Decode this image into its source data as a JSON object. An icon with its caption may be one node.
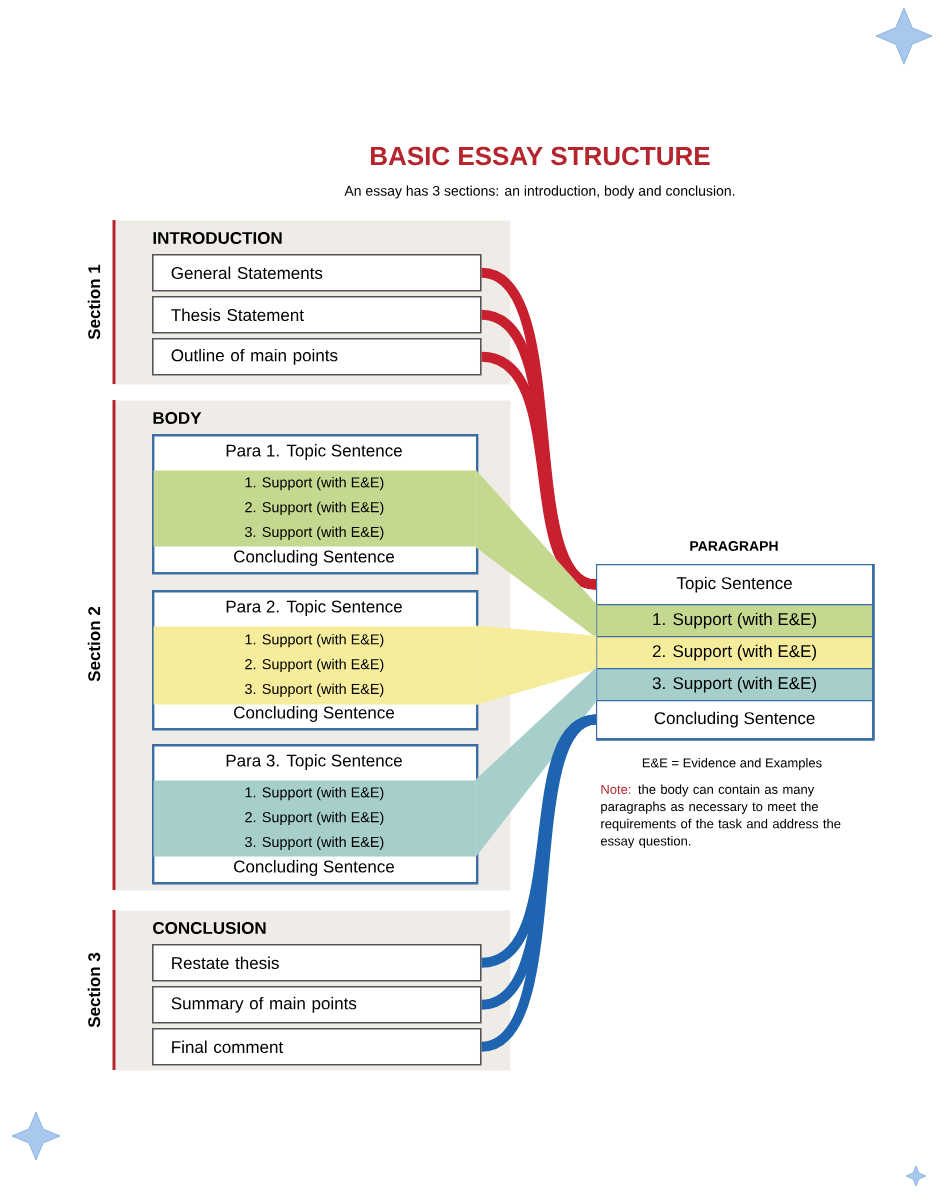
{
  "diagram": {
    "title": "BASIC ESSAY STRUCTURE",
    "nodes": [
      {
        "text": [
          "INTRODUCTION"
        ],
        "beside": [
          "Section 1"
        ]
      },
      {
        "text": [
          "General Statements"
        ],
        "in": 0
      },
      {
        "text": [
          "Thesis Statement"
        ],
        "in": 0
      },
      {
        "text": [
          "Outline of main points"
        ],
        "in": 0
      },
      {
        "text": [
          "BODY"
        ],
        "beside": [
          "Section 2"
        ]
      },
      {
        "text": [
          "Para 1. Topic Sentence",
          "Concluding Sentence"
        ],
        "in": 4
      },
      {
        "text": [
          "1. Support (with E&E)",
          "2. Support (with E&E)",
          "3. Support (with E&E)"
        ],
        "in": 5
      },
      {
        "text": [
          "Para 2. Topic Sentence",
          "Concluding Sentence"
        ],
        "in": 4
      },
      {
        "text": [
          "1. Support (with E&E)",
          "2. Support (with E&E)",
          "3. Support (with E&E)"
        ],
        "in": 7
      },
      {
        "text": [
          "Para 3. Topic Sentence",
          "Concluding Sentence"
        ],
        "in": 4
      },
      {
        "text": [
          "1. Support (with E&E)",
          "2. Support (with E&E)",
          "3. Support (with E&E)"
        ],
        "in": 9
      },
      {
        "text": [
          "CONCLUSION"
        ],
        "beside": [
          "Section 3"
        ]
      },
      {
        "text": [
          "Restate thesis"
        ],
        "in": 11
      },
      {
        "text": [
          "Summary of main points"
        ],
        "in": 11
      },
      {
        "text": [
          "Final comment"
        ],
        "in": 11
      },
      {
        "text": [
          "PARAGRAPH"
        ]
      },
      {
        "text": [
          "Topic Sentence"
        ],
        "in": 15
      },
      {
        "text": [
          "1. Support (with E&E)"
        ],
        "in": 15
      },
      {
        "text": [
          "2. Support (with E&E)"
        ],
        "in": 15
      },
      {
        "text": [
          "3. Support (with E&E)"
        ],
        "in": 15
      },
      {
        "text": [
          "Concluding Sentence"
        ],
        "in": 15
      }
    ],
    "edges": [
      {
        "from": 1,
        "to": 16,
        "arrow": "none",
        "color": "#c8202e"
      },
      {
        "from": 2,
        "to": 16,
        "arrow": "none",
        "color": "#c8202e"
      },
      {
        "from": 3,
        "to": 16,
        "arrow": "none",
        "color": "#c8202e"
      },
      {
        "from": 6,
        "to": 17,
        "arrow": "none",
        "color": "#c5d88f"
      },
      {
        "from": 8,
        "to": 18,
        "arrow": "none",
        "color": "#f5ec9c"
      },
      {
        "from": 10,
        "to": 19,
        "arrow": "none",
        "color": "#a6cfcb"
      },
      {
        "from": 12,
        "to": 20,
        "arrow": "none",
        "color": "#1f64b0"
      },
      {
        "from": 13,
        "to": 20,
        "arrow": "none",
        "color": "#1f64b0"
      },
      {
        "from": 14,
        "to": 20,
        "arrow": "none",
        "color": "#1f64b0"
      }
    ],
    "labels": [
      "An essay has 3 sections:  an introduction, body and conclusion.",
      "E&E = Evidence and Examples",
      "Note:",
      "the body can contain as many paragraphs as necessary to meet the requirements of the task and address the essay question."
    ]
  }
}
